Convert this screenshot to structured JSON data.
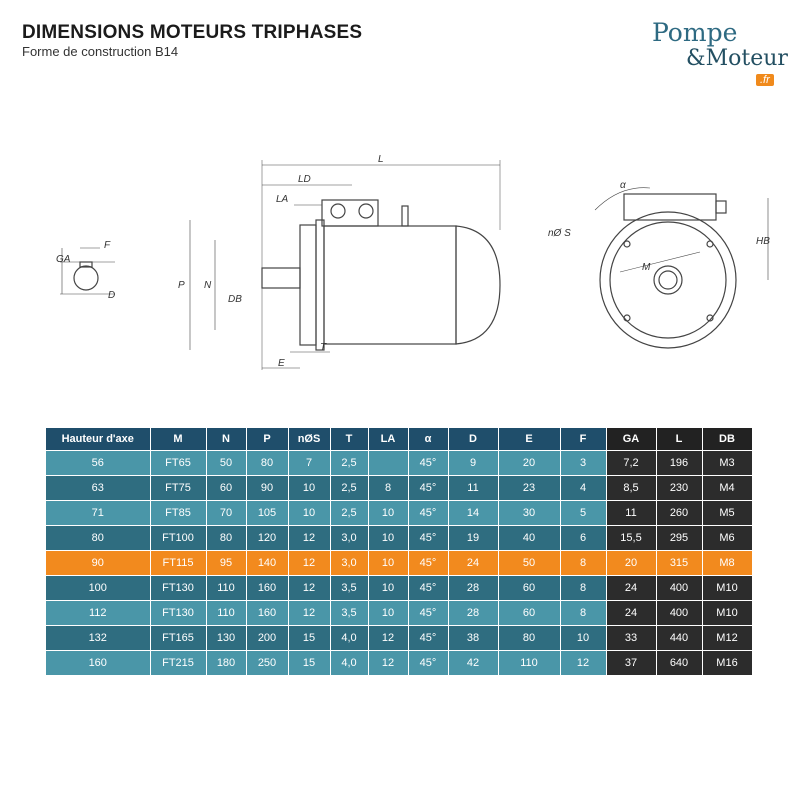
{
  "header": {
    "title": "DIMENSIONS MOTEURS TRIPHASES",
    "subtitle": "Forme de construction B14"
  },
  "logo": {
    "line1": "Pompe",
    "line2": "&Moteur",
    "suffix": ".fr"
  },
  "drawing": {
    "labels": {
      "L": "L",
      "LD": "LD",
      "LA": "LA",
      "P": "P",
      "N": "N",
      "DB": "DB",
      "T": "T",
      "E": "E",
      "GA": "GA",
      "F": "F",
      "D": "D",
      "alpha": "α",
      "nS": "nØ S",
      "M": "M",
      "HB": "HB"
    }
  },
  "table": {
    "headers": [
      "Hauteur d'axe",
      "M",
      "N",
      "P",
      "nØS",
      "T",
      "LA",
      "α",
      "D",
      "E",
      "F",
      "GA",
      "L",
      "DB"
    ],
    "rows": [
      [
        "56",
        "FT65",
        "50",
        "80",
        "7",
        "2,5",
        "",
        "45°",
        "9",
        "20",
        "3",
        "7,2",
        "196",
        "M3"
      ],
      [
        "63",
        "FT75",
        "60",
        "90",
        "10",
        "2,5",
        "8",
        "45°",
        "11",
        "23",
        "4",
        "8,5",
        "230",
        "M4"
      ],
      [
        "71",
        "FT85",
        "70",
        "105",
        "10",
        "2,5",
        "10",
        "45°",
        "14",
        "30",
        "5",
        "11",
        "260",
        "M5"
      ],
      [
        "80",
        "FT100",
        "80",
        "120",
        "12",
        "3,0",
        "10",
        "45°",
        "19",
        "40",
        "6",
        "15,5",
        "295",
        "M6"
      ],
      [
        "90",
        "FT115",
        "95",
        "140",
        "12",
        "3,0",
        "10",
        "45°",
        "24",
        "50",
        "8",
        "20",
        "315",
        "M8"
      ],
      [
        "100",
        "FT130",
        "110",
        "160",
        "12",
        "3,5",
        "10",
        "45°",
        "28",
        "60",
        "8",
        "24",
        "400",
        "M10"
      ],
      [
        "112",
        "FT130",
        "110",
        "160",
        "12",
        "3,5",
        "10",
        "45°",
        "28",
        "60",
        "8",
        "24",
        "400",
        "M10"
      ],
      [
        "132",
        "FT165",
        "130",
        "200",
        "15",
        "4,0",
        "12",
        "45°",
        "38",
        "80",
        "10",
        "33",
        "440",
        "M12"
      ],
      [
        "160",
        "FT215",
        "180",
        "250",
        "15",
        "4,0",
        "12",
        "45°",
        "42",
        "110",
        "12",
        "37",
        "640",
        "M16"
      ]
    ],
    "highlight_row": 4,
    "colors": {
      "header": "#1f4e6b",
      "row_light": "#4a96a8",
      "row_dark": "#2f6d80",
      "highlight": "#f28a1e",
      "dark_cols": "#2c2c2c"
    }
  }
}
